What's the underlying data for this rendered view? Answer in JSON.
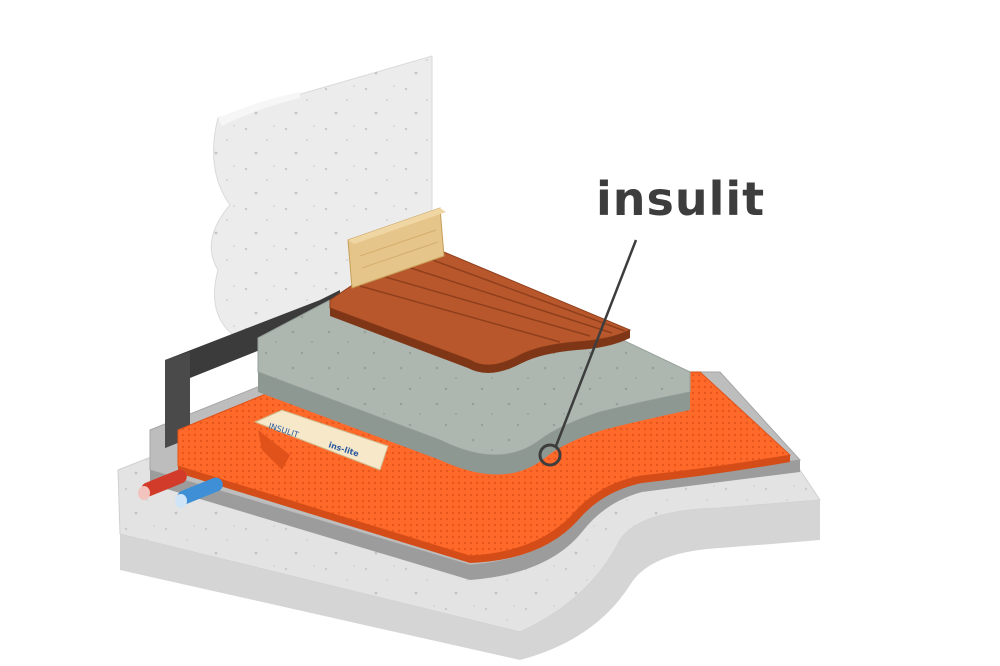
{
  "callout": {
    "label": "insulit"
  },
  "tape": {
    "brand_left": "INSULIT",
    "brand_right": "ins-lite"
  },
  "colors": {
    "background": "#ffffff",
    "concrete_light": "#f2f2f2",
    "concrete_mid": "#e3e3e3",
    "concrete_dark": "#cfcfcf",
    "screed_top": "#adb7b0",
    "screed_side": "#8e9892",
    "membrane": "#ff6a2a",
    "membrane_dark": "#e0521a",
    "wood_plank": "#b8572c",
    "wood_plank_alt": "#a84b24",
    "skirting": "#e6c58a",
    "pipe_red": "#d23a2a",
    "pipe_blue": "#3f8fd6",
    "label_color": "#3d3d3d",
    "dampproof": "#3b3b3b"
  },
  "icons": [
    "pointer-line",
    "callout-circle-icon"
  ]
}
